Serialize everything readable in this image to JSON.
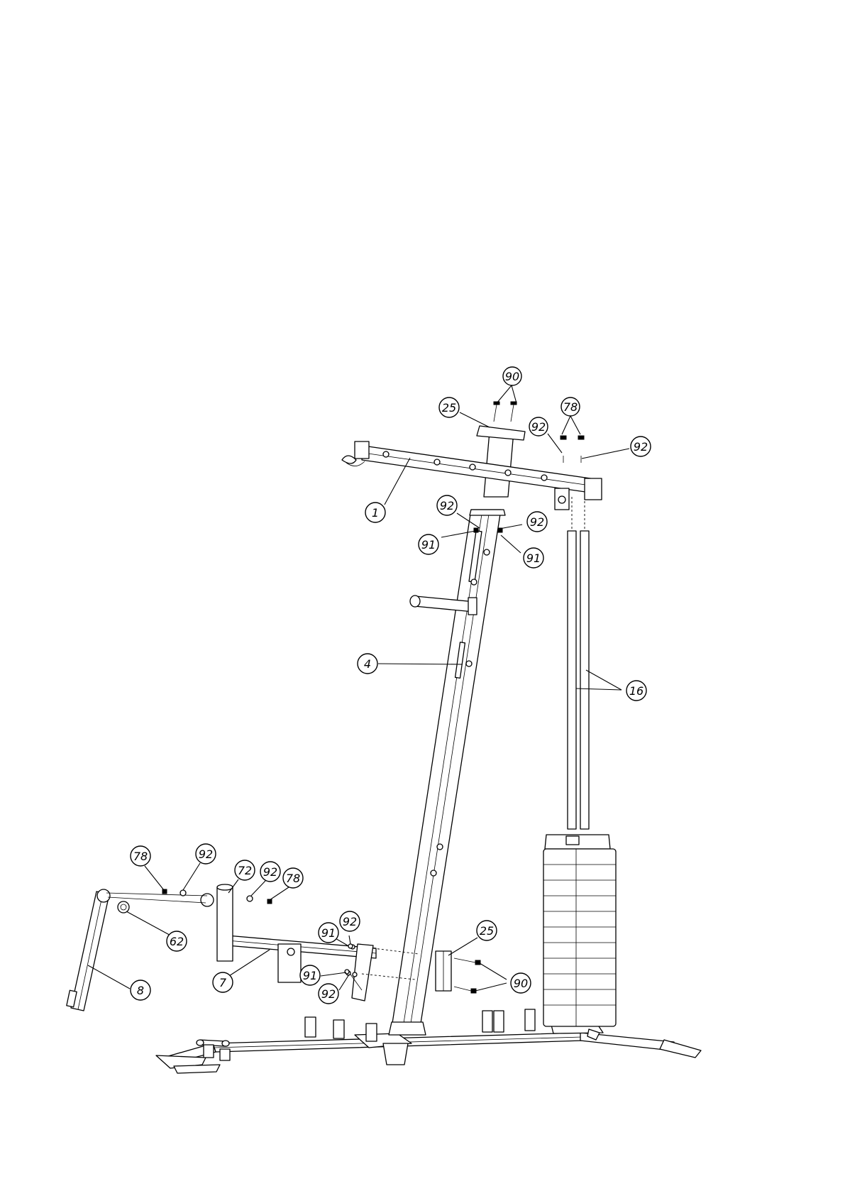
{
  "colors": {
    "line": "#000000",
    "background": "#ffffff"
  },
  "callouts": {
    "c90_top": "90",
    "c78_top": "78",
    "c25_top": "25",
    "c92_top_left": "92",
    "c92_top_right": "92",
    "c1": "1",
    "c92_mid_a": "92",
    "c92_mid_b": "92",
    "c91_mid_a": "91",
    "c91_mid_b": "91",
    "c4": "4",
    "c16": "16",
    "c78_low_left": "78",
    "c92_low_a": "92",
    "c72": "72",
    "c92_low_b": "92",
    "c78_low_right": "78",
    "c62": "62",
    "c8": "8",
    "c7": "7",
    "c91_low_a": "91",
    "c92_low_c": "92",
    "c91_low_b": "91",
    "c92_low_d": "92",
    "c25_low": "25",
    "c90_low": "90"
  }
}
